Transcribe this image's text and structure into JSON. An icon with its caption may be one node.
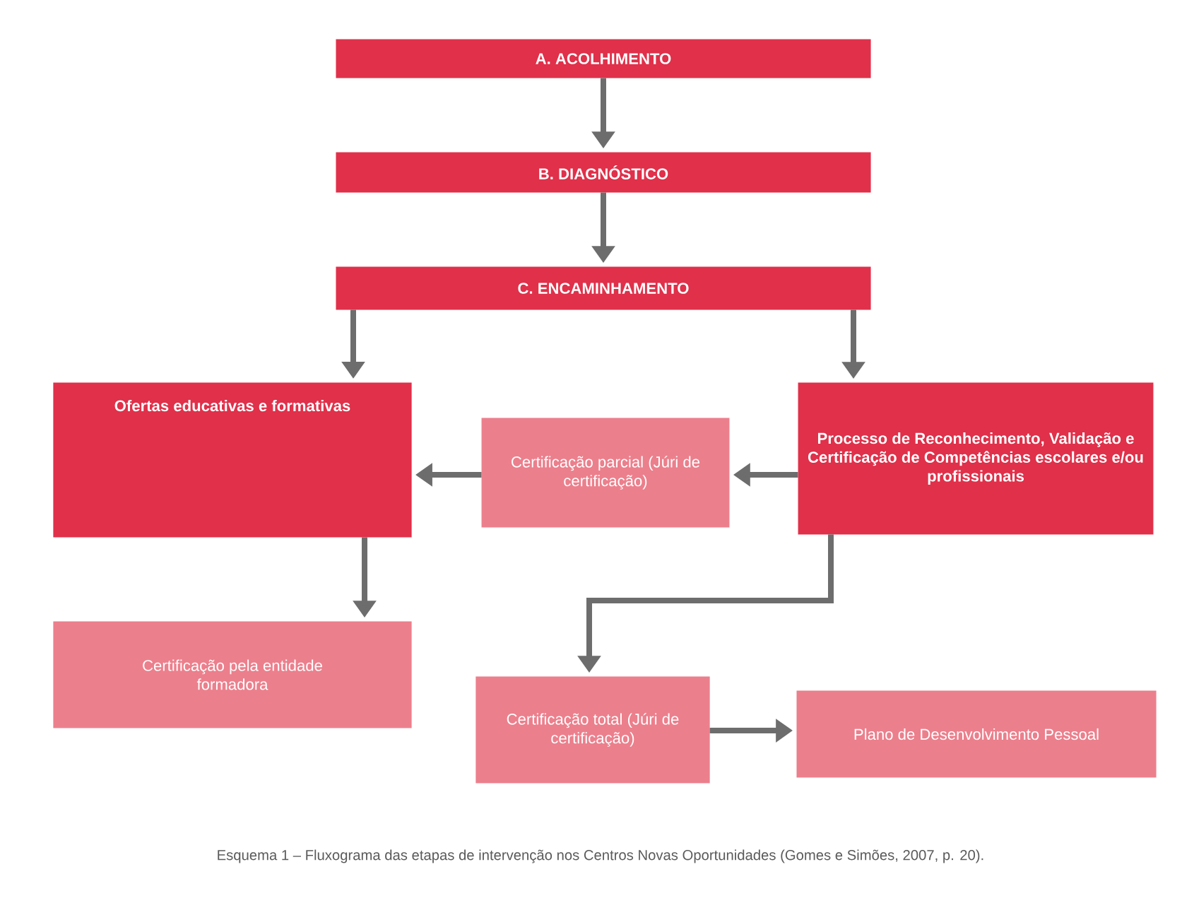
{
  "diagram": {
    "caption": "Esquema 1 – Fluxograma das etapas de intervenção nos Centros Novas Oportunidades (Gomes e Simões, 2007, p. 20).",
    "nodes": [
      {
        "text": [
          "A. ACOLHIMENTO"
        ]
      },
      {
        "text": [
          "B. DIAGNÓSTICO"
        ]
      },
      {
        "text": [
          "C. ENCAMINHAMENTO"
        ]
      },
      {
        "text": [
          "Ofertas educativas e formativas"
        ]
      },
      {
        "text": [
          "Certificação parcial (Júri de certificação)"
        ]
      },
      {
        "text": [
          "Processo de Reconhecimento, Validação e Certificação de Competências escolares e/ou profissionais"
        ]
      },
      {
        "text": [
          "Certificação pela entidade formadora"
        ]
      },
      {
        "text": [
          "Certificação total (Júri de certificação)"
        ]
      },
      {
        "text": [
          "Plano de Desenvolvimento Pessoal"
        ]
      }
    ],
    "edges": [
      {
        "from": 0,
        "to": 1,
        "arrow": "to"
      },
      {
        "from": 1,
        "to": 2,
        "arrow": "to"
      },
      {
        "from": 2,
        "to": 3,
        "arrow": "to"
      },
      {
        "from": 2,
        "to": 5,
        "arrow": "to"
      },
      {
        "from": 5,
        "to": 4,
        "arrow": "to"
      },
      {
        "from": 4,
        "to": 3,
        "arrow": "to"
      },
      {
        "from": 3,
        "to": 6,
        "arrow": "to"
      },
      {
        "from": 5,
        "to": 7,
        "arrow": "to"
      },
      {
        "from": 7,
        "to": 8,
        "arrow": "to"
      }
    ]
  }
}
